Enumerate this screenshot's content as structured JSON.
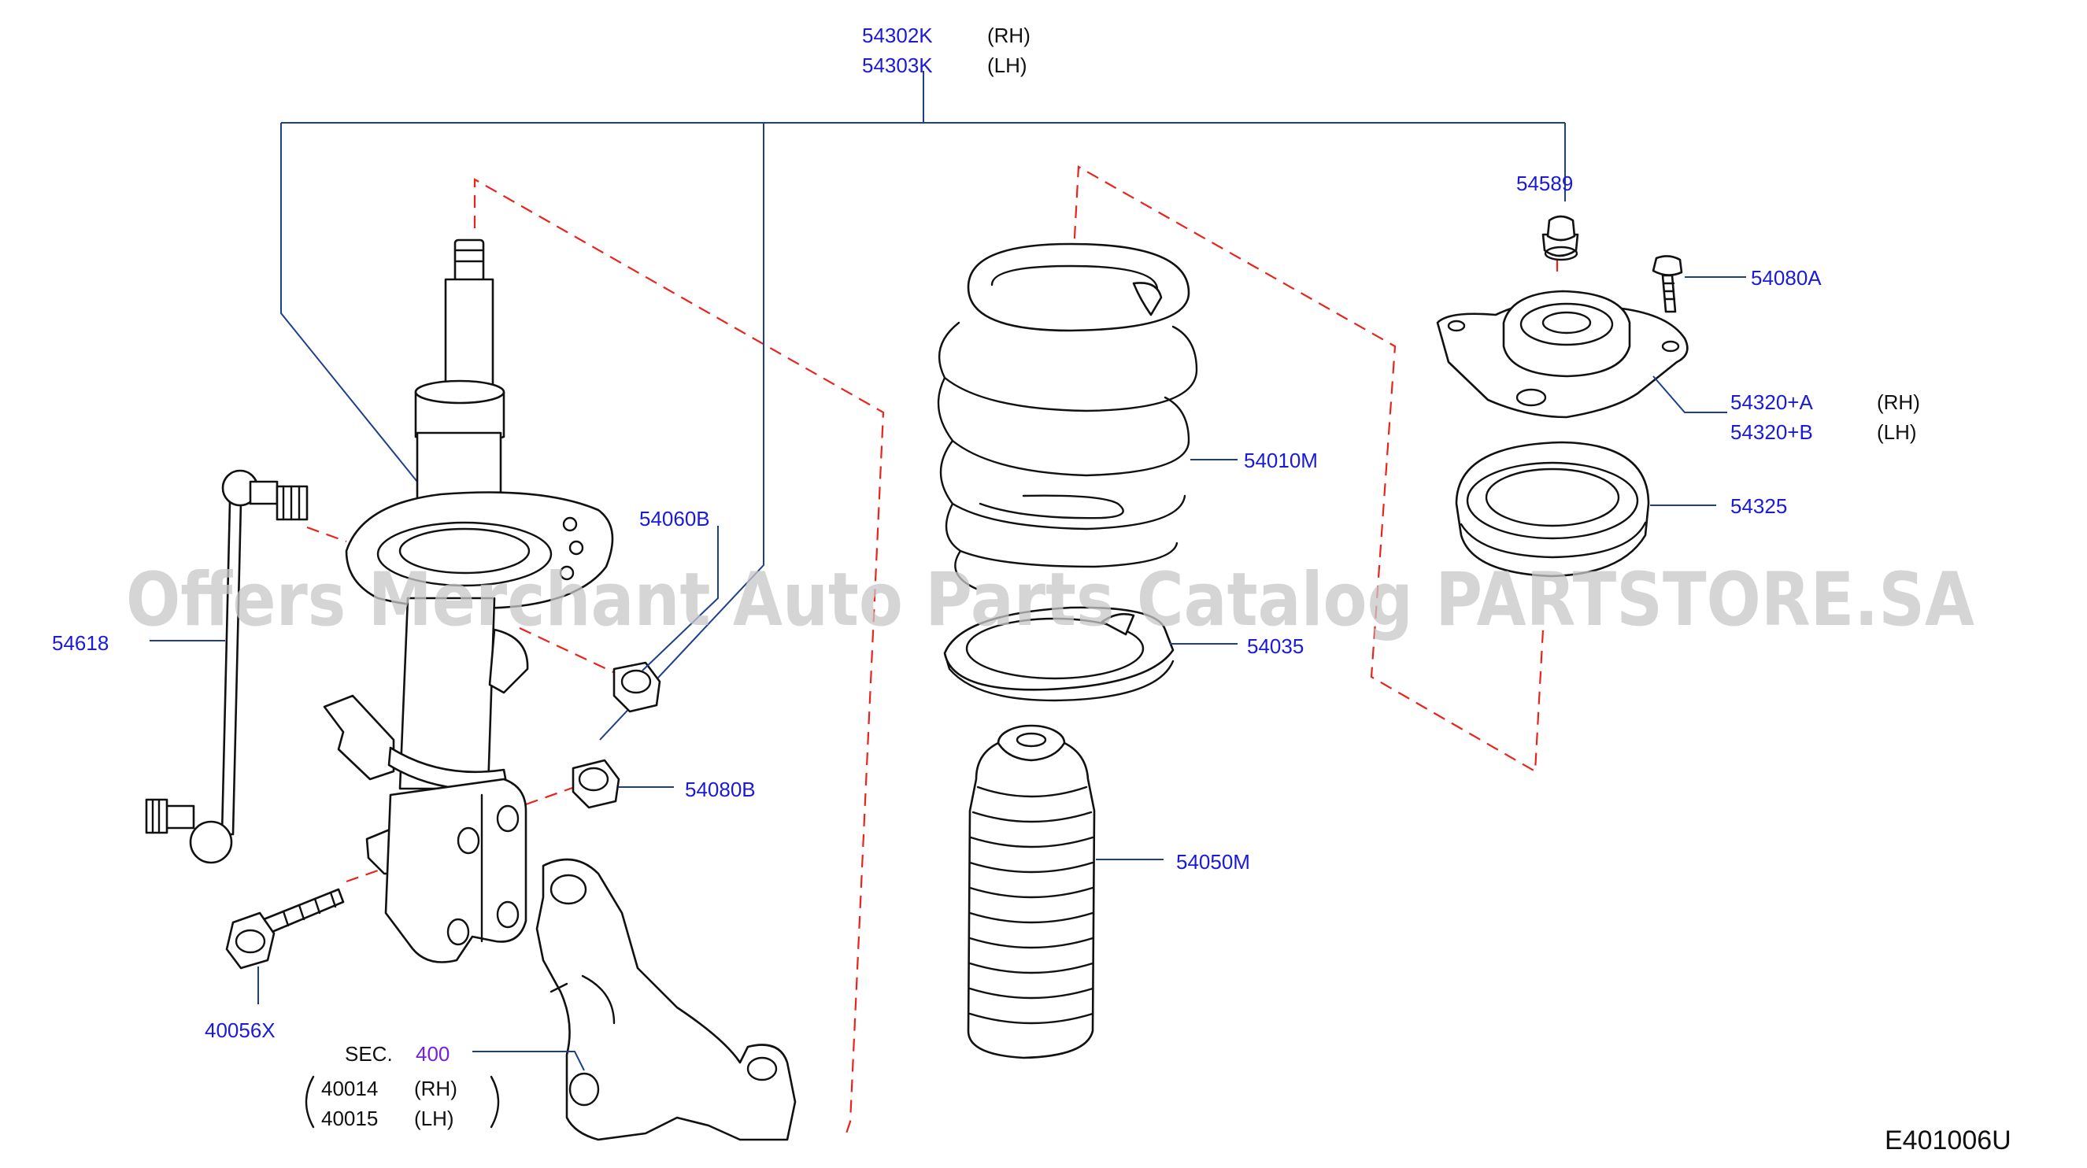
{
  "labels": {
    "strut_rh": "54302K",
    "strut_rh_side": "(RH)",
    "strut_lh": "54303K",
    "strut_lh_side": "(LH)",
    "nut_top": "54589",
    "bolt_mount": "54080A",
    "mount_rh": "54320+A",
    "mount_rh_side": "(RH)",
    "mount_lh": "54320+B",
    "mount_lh_side": "(LH)",
    "coil_spring": "54010M",
    "bearing": "54325",
    "nut_54060b": "54060B",
    "stabilizer_link": "54618",
    "spring_seat": "54035",
    "nut_54080b": "54080B",
    "bound_bumper": "54050M",
    "bolt_40056x": "40056X",
    "sec_text": "SEC.",
    "sec_number": "400",
    "knuckle_rh": "40014",
    "knuckle_rh_side": "(RH)",
    "knuckle_lh": "40015",
    "knuckle_lh_side": "(LH)"
  },
  "diagram_code": "E401006U",
  "watermark": "Offers Merchant Auto Parts Catalog PARTSTORE.SA",
  "colors": {
    "part_number": "#1a1ad8",
    "section_link": "#7a1fd8",
    "leader_line": "#1d3f8f",
    "assembly_line": "#e8241c",
    "outline": "#111111",
    "watermark": "#c8c8c8"
  }
}
